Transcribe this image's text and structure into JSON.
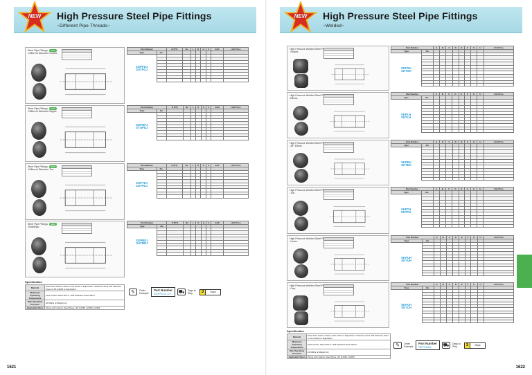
{
  "left": {
    "title": "High Pressure Steel Pipe Fittings",
    "subtitle": "~Different Pipe Threads~",
    "badge": "NEW",
    "page_number": "1621",
    "rows": [
      {
        "label": "Steel Pipe Fittings",
        "sub": "-Different Diameter Socket-",
        "pn": "SGPFDJ\nSUTFDJ"
      },
      {
        "label": "Steel Pipe Fittings",
        "sub": "-Different Diameter Nipple-",
        "pn": "SGPNPJ\nSTUPDJ"
      },
      {
        "label": "Steel Pipe Fittings",
        "sub": "-Different Diameter Tee-",
        "pn": "SGPTDJ\nSUTPDJ"
      },
      {
        "label": "Steel Pipe Fittings",
        "sub": "-Bushings-",
        "pn": "SGPBDJ\nSUTBDJ"
      }
    ],
    "tables": [
      {
        "header": "Part Number",
        "pn": "SGPFDJ\nSUTFDJ",
        "cols": [
          "Type",
          "No.",
          "R (PT)",
          "Rc",
          "L",
          "D",
          "H",
          "h",
          "CAD",
          "Unit Price"
        ]
      },
      {
        "header": "Part Number",
        "pn": "SGPNPJ\nSTUPDJ",
        "cols": [
          "Type",
          "No.",
          "R (PT)",
          "Rc",
          "L",
          "D",
          "H",
          "h",
          "CAD",
          "Unit Price"
        ]
      },
      {
        "header": "Part Number",
        "pn": "SGPTDJ\nSUTPDJ",
        "cols": [
          "Type",
          "No.",
          "R (PT)",
          "Rc",
          "L",
          "D",
          "H",
          "h",
          "CAD",
          "Unit Price"
        ]
      },
      {
        "header": "Part Number",
        "pn": "SGPBDJ\nSUTBDJ",
        "cols": [
          "Type",
          "No.",
          "R (PT)",
          "Rc",
          "L",
          "D",
          "H",
          "h",
          "CAD",
          "Unit Price"
        ]
      }
    ],
    "spec_title": "Specification",
    "spec": [
      {
        "label": "Material",
        "value": "Steel   SGS Carbon Steel of JIS   SUS1 or Equivalent / Stainless Steel   304 Stainless Steel of JIS G4303 or Equivalent"
      },
      {
        "label": "Maximum Operating Temperature",
        "value": "SGS Carbon Steel   350°C / 304 Stainless Steel   400°C"
      },
      {
        "label": "Max Operating Pressure",
        "value": "20.5MPa (2.09kgf/cm²)"
      },
      {
        "label": "Applicable Pipes",
        "value": "Piping with Carbon Steel Pipes, JIS G3454, G3455, G3456"
      }
    ],
    "order": {
      "label": "Order Example",
      "pn_label": "Part Number",
      "pn_value": "SGPFDJ2-1/2",
      "days": "3",
      "days_label": "Days",
      "ship_label": "Days to Ship"
    }
  },
  "right": {
    "title": "High Pressure Steel Pipe Fittings",
    "subtitle": "~Welded~",
    "badge": "NEW",
    "page_number": "1622",
    "rows": [
      {
        "label": "High Pressure Welded Steel Pipe Fittings",
        "sub": "-Socket-",
        "pn": "SKPSH\nSKTSH"
      },
      {
        "label": "High Pressure Welded Steel Pipe Fittings",
        "sub": "-Elbow-",
        "pn": "SKPLH\nSKTLH"
      },
      {
        "label": "High Pressure Welded Steel Pipe Fittings",
        "sub": "-45° Elbow-",
        "pn": "SKPEH\nSKTEH"
      },
      {
        "label": "High Pressure Welded Steel Pipe Fittings",
        "sub": "-Tee-",
        "pn": "SKPTH\nSKTPH"
      },
      {
        "label": "High Pressure Welded Steel Pipe Fittings",
        "sub": "-Union-",
        "pn": "SKPUH\nSKTUH"
      },
      {
        "label": "High Pressure Welded Steel Pipe Fittings",
        "sub": "-Cap-",
        "pn": "SKPCH\nSKTCH"
      }
    ],
    "tables": [
      {
        "header": "Part Number",
        "pn": "SKPSH\nSKTSH",
        "cols": [
          "Type",
          "No.",
          "A",
          "B",
          "C",
          "D",
          "E",
          "F",
          "G",
          "H",
          "Unit Price"
        ]
      },
      {
        "header": "Part Number",
        "pn": "SKPLH\nSKTLH",
        "cols": [
          "Type",
          "No.",
          "A",
          "B",
          "C",
          "D",
          "E",
          "F",
          "G",
          "H",
          "Unit Price"
        ]
      },
      {
        "header": "Part Number",
        "pn": "SKPEH\nSKTEH",
        "cols": [
          "Type",
          "No.",
          "A",
          "B",
          "C",
          "D",
          "E",
          "F",
          "G",
          "H",
          "Unit Price"
        ]
      },
      {
        "header": "Part Number",
        "pn": "SKPTH\nSKTPH",
        "cols": [
          "Type",
          "No.",
          "A",
          "B",
          "C",
          "D",
          "E",
          "F",
          "G",
          "H",
          "Unit Price"
        ]
      },
      {
        "header": "Part Number",
        "pn": "SKPUH\nSKTUH",
        "cols": [
          "Type",
          "No.",
          "A",
          "B",
          "C",
          "D",
          "E",
          "F",
          "G",
          "H",
          "Unit Price"
        ]
      },
      {
        "header": "Part Number",
        "pn": "SKPCH\nSKTCH",
        "cols": [
          "Type",
          "No.",
          "A",
          "B",
          "C",
          "D",
          "E",
          "F",
          "G",
          "H",
          "Unit Price"
        ]
      }
    ],
    "spec_title": "Specification",
    "spec": [
      {
        "label": "Material",
        "value": "Steel   SGS Carbon Steel of JIS   SUS1 or Equivalent / Stainless Steel   304 Stainless Steel of JIS G4303 or Equivalent"
      },
      {
        "label": "Maximum Operating Temperature",
        "value": "SGS Carbon Steel   350°C / 304 Stainless Steel   400°C"
      },
      {
        "label": "Max Operating Pressure",
        "value": "20.5MPa (2.09kgf/cm²)"
      },
      {
        "label": "Applicable Pipes",
        "value": "Piping with Carbon Steel Pipes, JIS G3454, G3455"
      }
    ],
    "order": {
      "label": "Order Example",
      "pn_label": "Part Number",
      "pn_value": "SKPSH6A",
      "days": "3",
      "days_label": "Days",
      "ship_label": "Days to Ship"
    }
  },
  "colors": {
    "banner": "#a6d9e6",
    "part_number": "#1f9ad6",
    "new_badge": "#d62d20",
    "green_tab": "#4caf50",
    "days_badge": "#f6dd2f"
  }
}
